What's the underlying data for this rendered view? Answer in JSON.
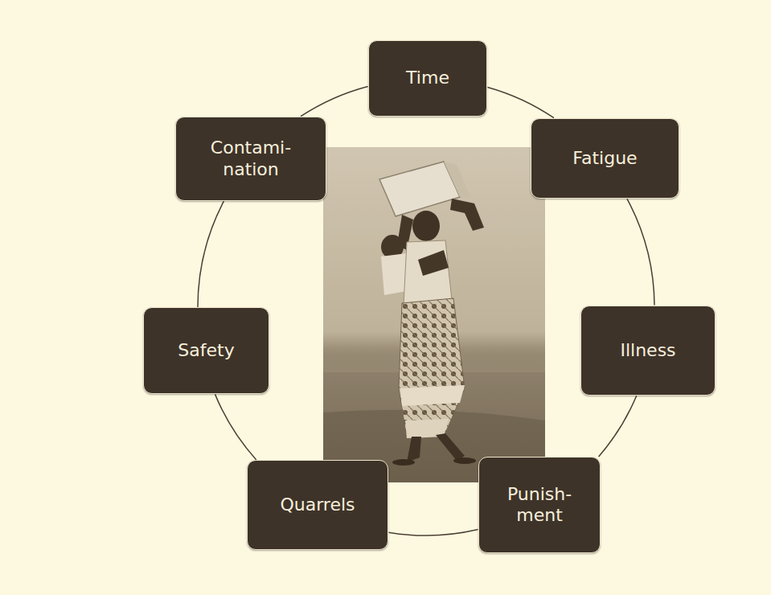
{
  "diagram": {
    "nodes": [
      {
        "text": [
          "Time"
        ]
      },
      {
        "text": [
          "Fatigue"
        ]
      },
      {
        "text": [
          "Illness"
        ]
      },
      {
        "text": [
          "Punish- ment"
        ]
      },
      {
        "text": [
          "Quarrels"
        ]
      },
      {
        "text": [
          "Safety"
        ]
      },
      {
        "text": [
          "Contami- nation"
        ]
      }
    ],
    "edges": [
      {
        "from": 0,
        "to": 1,
        "arrow": "none"
      },
      {
        "from": 1,
        "to": 2,
        "arrow": "none"
      },
      {
        "from": 2,
        "to": 3,
        "arrow": "none"
      },
      {
        "from": 3,
        "to": 4,
        "arrow": "none"
      },
      {
        "from": 4,
        "to": 5,
        "arrow": "none"
      },
      {
        "from": 5,
        "to": 6,
        "arrow": "none"
      },
      {
        "from": 6,
        "to": 0,
        "arrow": "none"
      }
    ]
  }
}
